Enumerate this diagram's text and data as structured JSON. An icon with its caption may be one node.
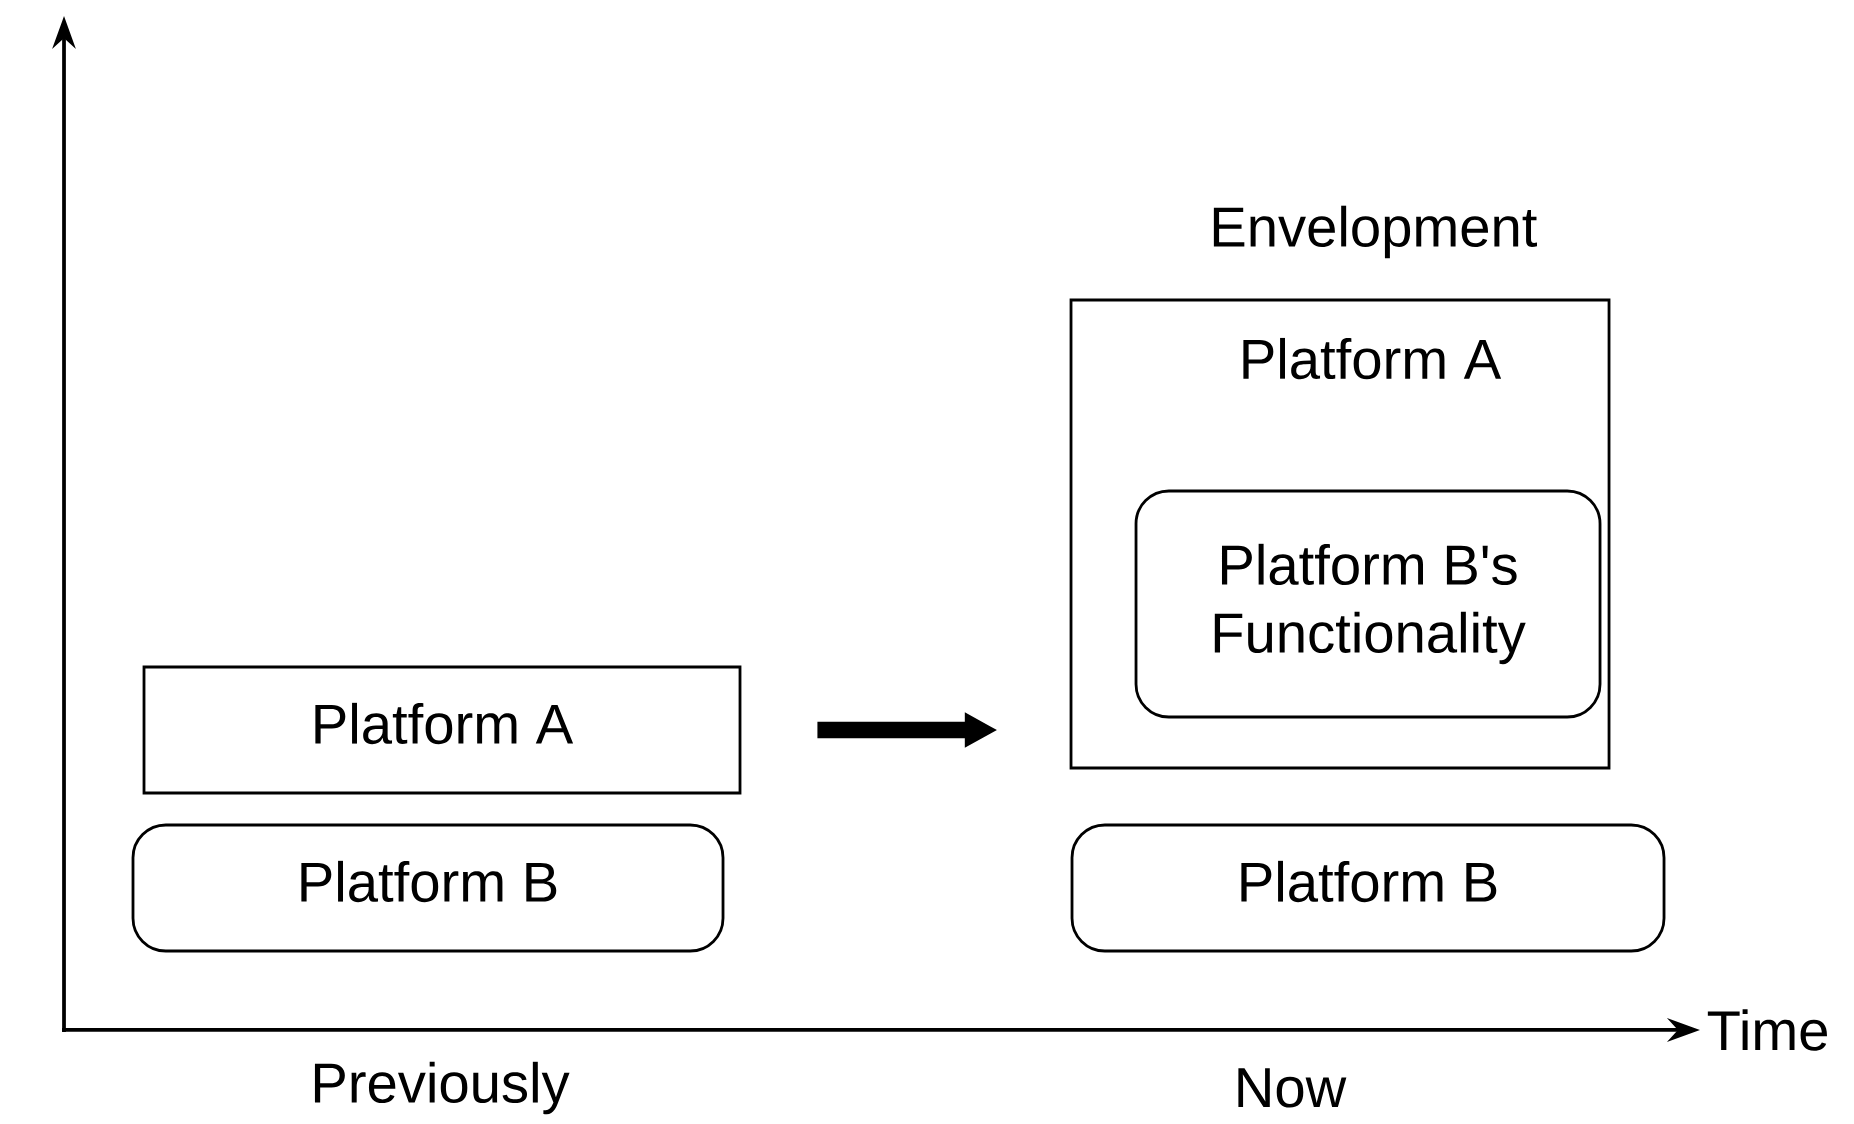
{
  "diagram": {
    "nodes": [
      {
        "text": [
          "Platform A"
        ]
      },
      {
        "text": [
          "Platform B"
        ]
      },
      {
        "text": [
          "Envelopment",
          "Platform A"
        ]
      },
      {
        "text": [
          "Platform B's Functionality"
        ],
        "in": 2
      },
      {
        "text": [
          "Platform B"
        ]
      }
    ],
    "edges": [
      {
        "from": 0,
        "to": 2,
        "arrow": "to"
      }
    ],
    "labels": [
      "Time",
      "Previously",
      "Now"
    ]
  }
}
